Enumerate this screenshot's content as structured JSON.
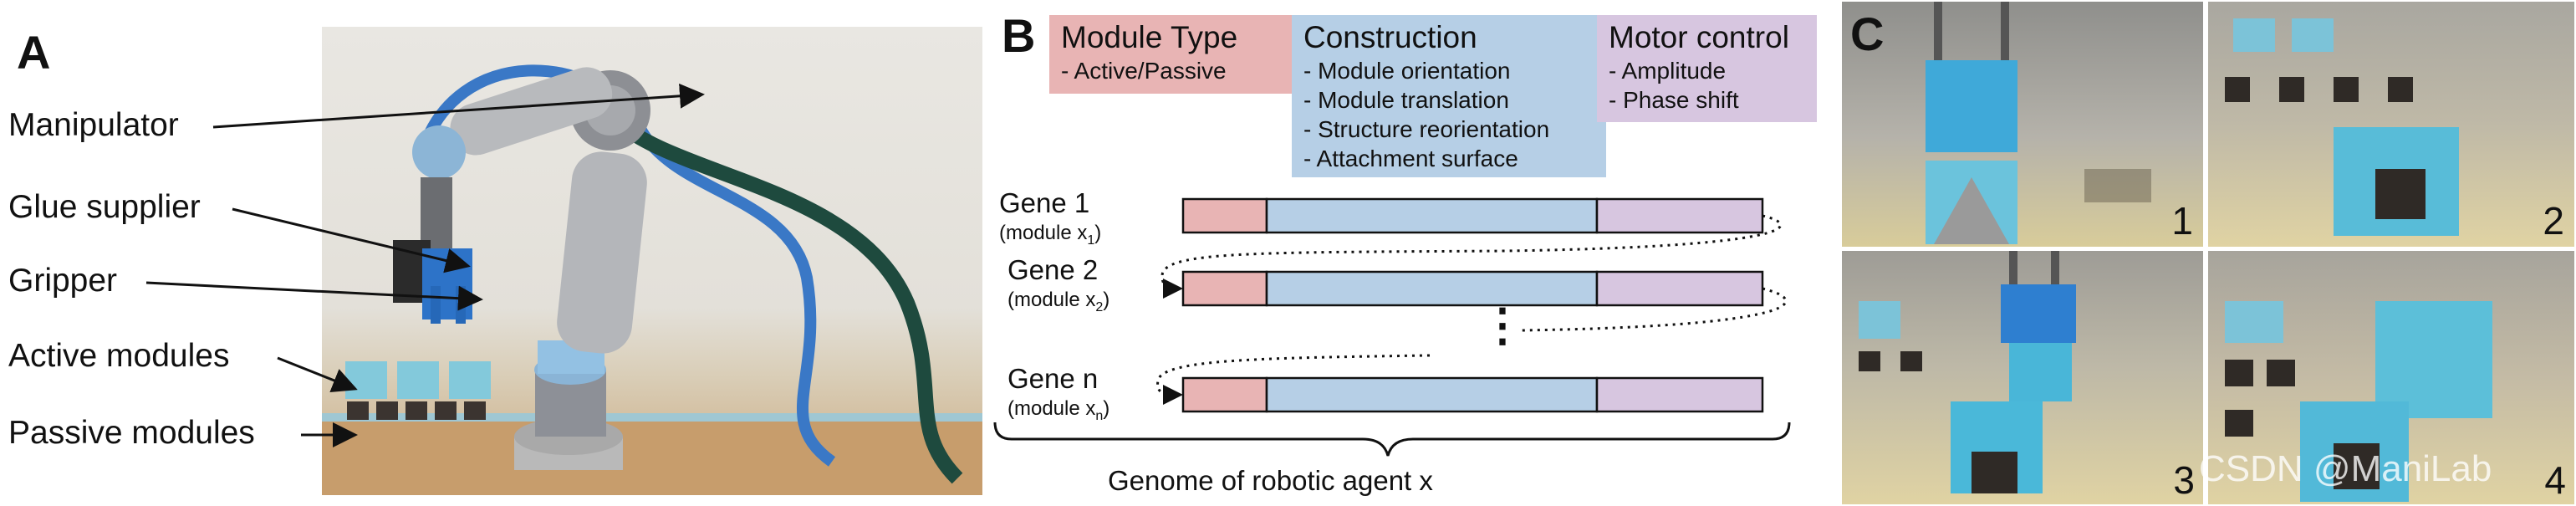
{
  "panel_a": {
    "letter": "A",
    "labels": {
      "manipulator": "Manipulator",
      "glue_supplier": "Glue supplier",
      "gripper": "Gripper",
      "active_modules": "Active modules",
      "passive_modules": "Passive modules"
    }
  },
  "panel_b": {
    "letter": "B",
    "module_type": {
      "title": "Module Type",
      "items": [
        "- Active/Passive"
      ],
      "color": "#e8b4b4"
    },
    "construction": {
      "title": "Construction",
      "items": [
        "- Module orientation",
        "- Module translation",
        "- Structure reorientation",
        "- Attachment surface"
      ],
      "color": "#b6cfe6"
    },
    "motor_control": {
      "title": "Motor control",
      "items": [
        "- Amplitude",
        "- Phase shift"
      ],
      "color": "#d7c6e0"
    },
    "genes": [
      {
        "name": "Gene 1",
        "module": "(module x",
        "sub": "1",
        "close": ")"
      },
      {
        "name": "Gene 2",
        "module": "(module x",
        "sub": "2",
        "close": ")"
      },
      {
        "name": "Gene n",
        "module": "(module x",
        "sub": "n",
        "close": ")"
      }
    ],
    "ellipsis": "⋮",
    "genome_label": "Genome of robotic agent x"
  },
  "panel_c": {
    "letter": "C",
    "cells": [
      "1",
      "2",
      "3",
      "4"
    ],
    "watermark": "CSDN @ManiLab"
  }
}
